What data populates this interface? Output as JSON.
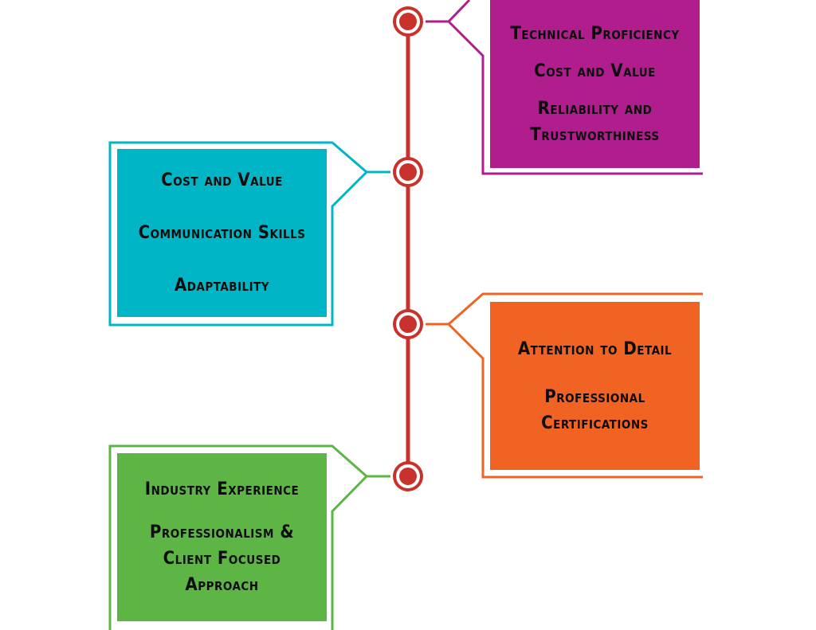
{
  "colors": {
    "timeline": "#c8322a",
    "purple": "#b01e8e",
    "teal": "#00b6c6",
    "orange": "#f06323",
    "green": "#5db546"
  },
  "boxes": {
    "purple": {
      "items": [
        "Technical Proficiency",
        "Cost and Value",
        "Reliability and\nTrustworthiness"
      ]
    },
    "teal": {
      "items": [
        "Cost and Value",
        "Communication Skills",
        "Adaptability"
      ]
    },
    "orange": {
      "items": [
        "Attention to Detail",
        "Professional\nCertifications"
      ]
    },
    "green": {
      "items": [
        "Industry Experience",
        "Professionalism &\nClient Focused\nApproach"
      ]
    }
  }
}
